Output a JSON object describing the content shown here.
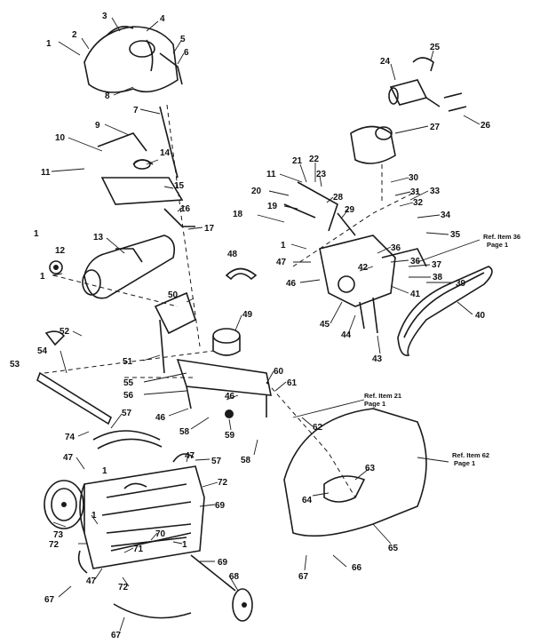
{
  "diagram": {
    "callouts": [
      {
        "id": "c1a",
        "text": "1"
      },
      {
        "id": "c2",
        "text": "2"
      },
      {
        "id": "c3",
        "text": "3"
      },
      {
        "id": "c4",
        "text": "4"
      },
      {
        "id": "c5",
        "text": "5"
      },
      {
        "id": "c6",
        "text": "6"
      },
      {
        "id": "c7",
        "text": "7"
      },
      {
        "id": "c8",
        "text": "8"
      },
      {
        "id": "c9",
        "text": "9"
      },
      {
        "id": "c10",
        "text": "10"
      },
      {
        "id": "c11a",
        "text": "11"
      },
      {
        "id": "c12",
        "text": "12"
      },
      {
        "id": "c13",
        "text": "13"
      },
      {
        "id": "c14",
        "text": "14"
      },
      {
        "id": "c15",
        "text": "15"
      },
      {
        "id": "c16",
        "text": "16"
      },
      {
        "id": "c17",
        "text": "17"
      },
      {
        "id": "c1b",
        "text": "1"
      },
      {
        "id": "c1c",
        "text": "1"
      },
      {
        "id": "c48",
        "text": "48"
      },
      {
        "id": "c50",
        "text": "50"
      },
      {
        "id": "c49",
        "text": "49"
      },
      {
        "id": "c52",
        "text": "52"
      },
      {
        "id": "c51",
        "text": "51"
      },
      {
        "id": "c53",
        "text": "53"
      },
      {
        "id": "c54",
        "text": "54"
      },
      {
        "id": "c55",
        "text": "55"
      },
      {
        "id": "c56",
        "text": "56"
      },
      {
        "id": "c60",
        "text": "60"
      },
      {
        "id": "c61",
        "text": "61"
      },
      {
        "id": "c46a",
        "text": "46"
      },
      {
        "id": "c46b",
        "text": "46"
      },
      {
        "id": "c58a",
        "text": "58"
      },
      {
        "id": "c59",
        "text": "59"
      },
      {
        "id": "c58b",
        "text": "58"
      },
      {
        "id": "c57a",
        "text": "57"
      },
      {
        "id": "c74",
        "text": "74"
      },
      {
        "id": "c47a",
        "text": "47"
      },
      {
        "id": "c47b",
        "text": "47"
      },
      {
        "id": "c57b",
        "text": "57"
      },
      {
        "id": "c72a",
        "text": "72"
      },
      {
        "id": "c69a",
        "text": "69"
      },
      {
        "id": "c1d",
        "text": "1"
      },
      {
        "id": "c73",
        "text": "73"
      },
      {
        "id": "c1e",
        "text": "1"
      },
      {
        "id": "c70",
        "text": "70"
      },
      {
        "id": "c1f",
        "text": "1"
      },
      {
        "id": "c72b",
        "text": "72"
      },
      {
        "id": "c71",
        "text": "71"
      },
      {
        "id": "c69b",
        "text": "69"
      },
      {
        "id": "c47c",
        "text": "47"
      },
      {
        "id": "c72c",
        "text": "72"
      },
      {
        "id": "c68",
        "text": "68"
      },
      {
        "id": "c67a",
        "text": "67"
      },
      {
        "id": "c67b",
        "text": "67"
      },
      {
        "id": "c62",
        "text": "62"
      },
      {
        "id": "c63",
        "text": "63"
      },
      {
        "id": "c64",
        "text": "64"
      },
      {
        "id": "c65",
        "text": "65"
      },
      {
        "id": "c66",
        "text": "66"
      },
      {
        "id": "c67c",
        "text": "67"
      },
      {
        "id": "c25",
        "text": "25"
      },
      {
        "id": "c24",
        "text": "24"
      },
      {
        "id": "c26",
        "text": "26"
      },
      {
        "id": "c27",
        "text": "27"
      },
      {
        "id": "c11b",
        "text": "11"
      },
      {
        "id": "c21",
        "text": "21"
      },
      {
        "id": "c22",
        "text": "22"
      },
      {
        "id": "c23",
        "text": "23"
      },
      {
        "id": "c20",
        "text": "20"
      },
      {
        "id": "c28",
        "text": "28"
      },
      {
        "id": "c19",
        "text": "19"
      },
      {
        "id": "c18",
        "text": "18"
      },
      {
        "id": "c29",
        "text": "29"
      },
      {
        "id": "c30",
        "text": "30"
      },
      {
        "id": "c31",
        "text": "31"
      },
      {
        "id": "c33",
        "text": "33"
      },
      {
        "id": "c32",
        "text": "32"
      },
      {
        "id": "c34",
        "text": "34"
      },
      {
        "id": "c35",
        "text": "35"
      },
      {
        "id": "c1g",
        "text": "1"
      },
      {
        "id": "c47d",
        "text": "47"
      },
      {
        "id": "c42",
        "text": "42"
      },
      {
        "id": "c36a",
        "text": "36"
      },
      {
        "id": "c36b",
        "text": "36"
      },
      {
        "id": "c37",
        "text": "37"
      },
      {
        "id": "c38",
        "text": "38"
      },
      {
        "id": "c39",
        "text": "39"
      },
      {
        "id": "c46c",
        "text": "46"
      },
      {
        "id": "c41",
        "text": "41"
      },
      {
        "id": "c40",
        "text": "40"
      },
      {
        "id": "c45",
        "text": "45"
      },
      {
        "id": "c44",
        "text": "44"
      },
      {
        "id": "c43",
        "text": "43"
      }
    ],
    "references": [
      {
        "id": "r36",
        "line1": "Ref. Item 36",
        "line2": "Page 1"
      },
      {
        "id": "r21",
        "line1": "Ref. Item 21",
        "line2": "Page 1"
      },
      {
        "id": "r62",
        "line1": "Ref. Item 62",
        "line2": "Page 1"
      }
    ]
  }
}
